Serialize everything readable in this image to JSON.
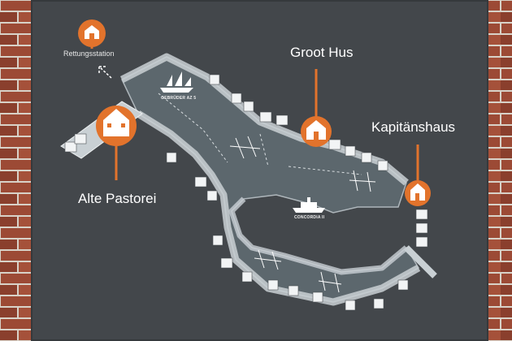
{
  "places": {
    "rettungsstation": "Rettungsstation",
    "groot_hus": "Groot Hus",
    "kapitaenshaus": "Kapitänshaus",
    "alte_pastorei": "Alte Pastorei"
  },
  "vessels": {
    "sailing_ship": "GEBRÜDER AZ 5",
    "steam_ship": "CONCORDIA II"
  },
  "colors": {
    "board": "#43474b",
    "water": "#5f6a70",
    "quay": "#c9d0d4",
    "accent": "#e2732c",
    "text": "#ffffff"
  },
  "icons": {
    "marker": "house-marker-icon",
    "exit_arrow": "arrow-up-left-icon"
  }
}
